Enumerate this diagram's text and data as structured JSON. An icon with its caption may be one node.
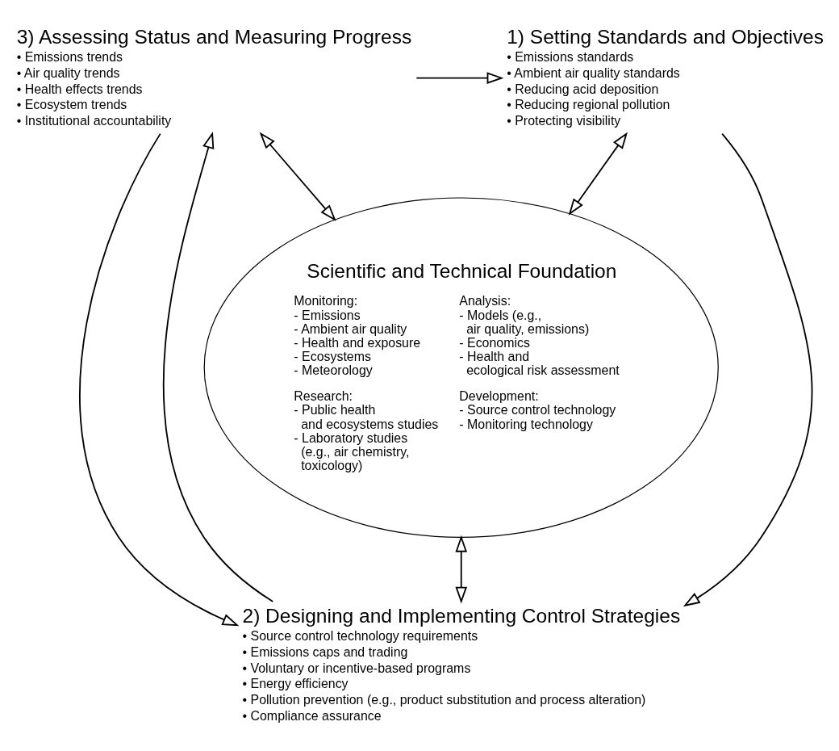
{
  "diagram": {
    "nodes": [
      {
        "text": [
          "3) Assessing Status and Measuring Progress",
          "• Emissions trends",
          "• Air quality trends",
          "• Health effects trends",
          "• Ecosystem trends",
          "• Institutional accountability"
        ]
      },
      {
        "text": [
          "1) Setting Standards and Objectives",
          "• Emissions standards",
          "• Ambient air quality standards",
          "• Reducing acid deposition",
          "• Reducing regional pollution",
          "• Protecting visibility"
        ]
      },
      {
        "text": [
          "Scientific and Technical Foundation",
          "Monitoring:",
          "- Emissions",
          "- Ambient air quality",
          "- Health and exposure",
          "- Ecosystems",
          "- Meteorology",
          "Analysis:",
          "- Models (e.g., air quality, emissions)",
          "- Economics",
          "- Health and ecological risk assessment",
          "Research:",
          "- Public health and ecosystems studies",
          "- Laboratory studies (e.g., air chemistry, toxicology)",
          "Development:",
          "- Source control technology",
          "- Monitoring technology"
        ]
      },
      {
        "text": [
          "2) Designing and Implementing Control Strategies",
          "• Source control technology requirements",
          "• Emissions caps and trading",
          "• Voluntary or incentive-based programs",
          "• Energy efficiency",
          "• Pollution prevention (e.g., product substitution and process alteration)",
          "• Compliance assurance"
        ]
      }
    ],
    "edges": [
      {
        "from": 0,
        "to": 1,
        "arrow": "to"
      },
      {
        "from": 0,
        "to": 2,
        "arrow": "both"
      },
      {
        "from": 1,
        "to": 2,
        "arrow": "both"
      },
      {
        "from": 1,
        "to": 3,
        "arrow": "to"
      },
      {
        "from": 2,
        "to": 3,
        "arrow": "both"
      },
      {
        "from": 3,
        "to": 0,
        "arrow": "to"
      },
      {
        "from": 0,
        "to": 3,
        "arrow": "to"
      }
    ]
  }
}
